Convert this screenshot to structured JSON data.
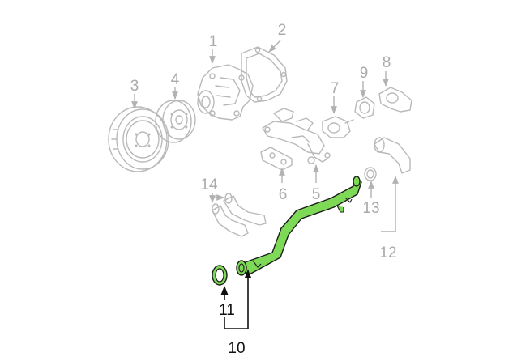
{
  "callouts": {
    "c1": "1",
    "c2": "2",
    "c3": "3",
    "c4": "4",
    "c5": "5",
    "c6": "6",
    "c7": "7",
    "c8": "8",
    "c9": "9",
    "c10": "10",
    "c11": "11",
    "c12": "12",
    "c13": "13",
    "c14": "14"
  },
  "colors": {
    "highlight_fill": "#7ed957",
    "highlight_stroke": "#1c1c1c",
    "ghost_stroke": "#b9b9b9",
    "dim_label": "#aaaaaa",
    "active_label": "#111111"
  },
  "highlighted_parts": [
    "10",
    "11"
  ]
}
